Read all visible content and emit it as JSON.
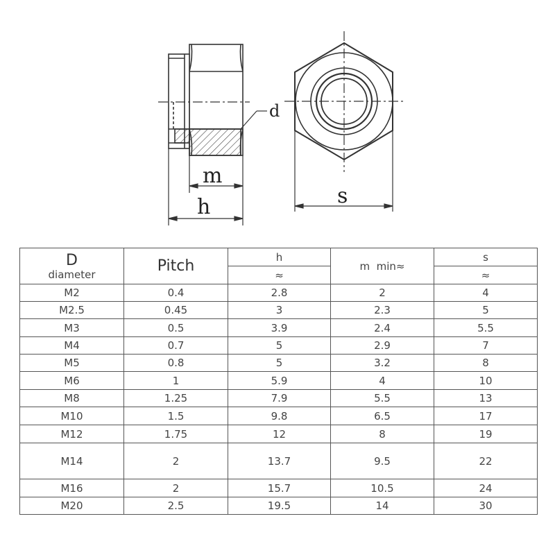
{
  "drawing": {
    "labels": {
      "d": "d",
      "m": "m",
      "h": "h",
      "s": "s"
    }
  },
  "table": {
    "header": {
      "d_main": "D",
      "d_sub": "diameter",
      "pitch": "Pitch",
      "h": "h",
      "h_approx": "≈",
      "m": "m  min≈",
      "s": "s",
      "s_approx": "≈"
    },
    "rows": [
      [
        "M2",
        "0.4",
        "2.8",
        "2",
        "4"
      ],
      [
        "M2.5",
        "0.45",
        "3",
        "2.3",
        "5"
      ],
      [
        "M3",
        "0.5",
        "3.9",
        "2.4",
        "5.5"
      ],
      [
        "M4",
        "0.7",
        "5",
        "2.9",
        "7"
      ],
      [
        "M5",
        "0.8",
        "5",
        "3.2",
        "8"
      ],
      [
        "M6",
        "1",
        "5.9",
        "4",
        "10"
      ],
      [
        "M8",
        "1.25",
        "7.9",
        "5.5",
        "13"
      ],
      [
        "M10",
        "1.5",
        "9.8",
        "6.5",
        "17"
      ],
      [
        "M12",
        "1.75",
        "12",
        "8",
        "19"
      ],
      [
        "M14",
        "2",
        "13.7",
        "9.5",
        "22"
      ],
      [
        "M16",
        "2",
        "15.7",
        "10.5",
        "24"
      ],
      [
        "M20",
        "2.5",
        "19.5",
        "14",
        "30"
      ]
    ]
  }
}
